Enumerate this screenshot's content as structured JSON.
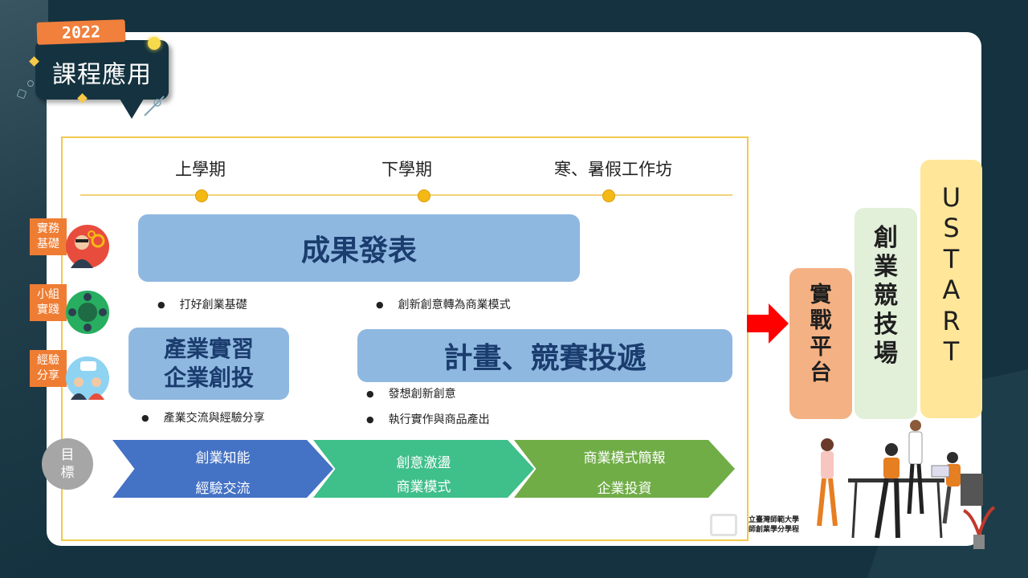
{
  "badge": {
    "year": "2022",
    "title": "課程應用"
  },
  "timeline": [
    {
      "label": "上學期"
    },
    {
      "label": "下學期"
    },
    {
      "label": "寒、暑假工作坊"
    }
  ],
  "boxes": {
    "results": "成果發表",
    "internship_line1": "產業實習",
    "internship_line2": "企業創投",
    "plan": "計畫、競賽投遞"
  },
  "bullets": {
    "b1": "打好創業基礎",
    "b2": "創新創意轉為商業模式",
    "b3": "發想創新創意",
    "b4": "執行實作與商品產出",
    "b5": "產業交流與經驗分享"
  },
  "side_tags": [
    {
      "line1": "實務",
      "line2": "基礎"
    },
    {
      "line1": "小組",
      "line2": "實踐"
    },
    {
      "line1": "經驗",
      "line2": "分享"
    }
  ],
  "goal": {
    "line1": "目",
    "line2": "標"
  },
  "chevrons": [
    {
      "line1": "創業知能",
      "line2": "經驗交流",
      "color": "#4472c4"
    },
    {
      "line1": "創意激盪",
      "line2": "商業模式",
      "color": "#3fbf8a"
    },
    {
      "line1": "商業模式簡報",
      "line2": "企業投資",
      "color": "#70ad47"
    }
  ],
  "columns": [
    {
      "chars": [
        "實",
        "戰",
        "平",
        "台"
      ],
      "color": "#f4b183"
    },
    {
      "chars": [
        "創",
        "業",
        "競",
        "技",
        "場"
      ],
      "color": "#e2efd9"
    },
    {
      "chars": [
        "U",
        "S",
        "T",
        "A",
        "R",
        "T"
      ],
      "color": "#ffe699"
    }
  ],
  "logo": {
    "line1": "立臺灣師範大學",
    "line2": "師創業學分學程"
  },
  "icons": {
    "arrow": "red-arrow-right-icon",
    "person_gear": "person-gear-icon",
    "team": "team-meeting-icon",
    "share": "people-chat-icon"
  }
}
